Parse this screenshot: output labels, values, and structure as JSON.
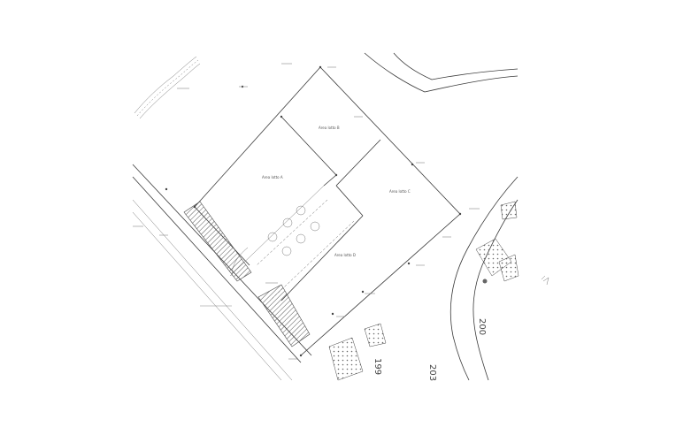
{
  "plan": {
    "parcel_numbers": [
      "199",
      "200",
      "203"
    ],
    "area_labels": [
      "Area lotto A",
      "Area lotto B",
      "Area lotto C",
      "Area lotto D"
    ]
  }
}
